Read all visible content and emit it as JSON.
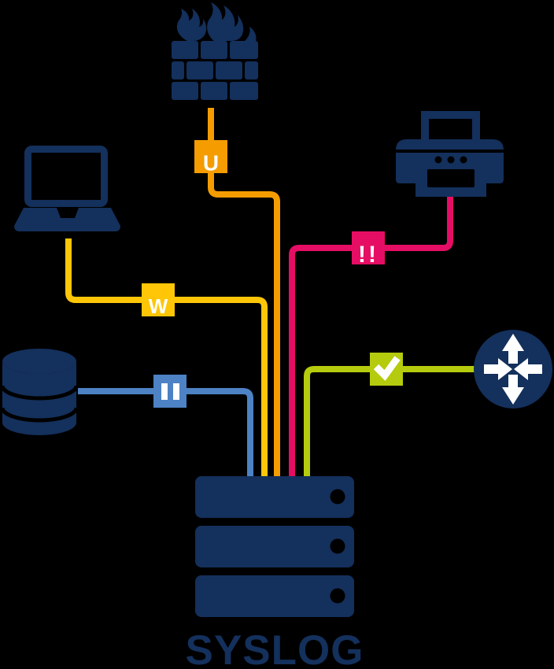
{
  "page": {
    "background": "#000000"
  },
  "diagram": {
    "kind": "syslog-sources-diagram",
    "server": {
      "label": "SYSLOG",
      "icon": "server-stack-icon",
      "rows": 3,
      "color": "#14305C"
    },
    "colors": {
      "navy": "#14305C",
      "orange": "#F49C00",
      "yellow": "#FFC607",
      "pink": "#E60D64",
      "blue": "#4D82C4",
      "green": "#B5CB0D",
      "white": "#FFFFFF"
    },
    "sources": [
      {
        "id": "firewall",
        "icon": "firewall-icon",
        "line_color": "#F49C00",
        "badge": {
          "symbol": "U",
          "icon": "letter-u-badge",
          "color": "#F49C00"
        }
      },
      {
        "id": "laptop",
        "icon": "laptop-icon",
        "line_color": "#FFC607",
        "badge": {
          "symbol": "W",
          "icon": "letter-w-badge",
          "color": "#FFC607"
        }
      },
      {
        "id": "printer",
        "icon": "printer-icon",
        "line_color": "#E60D64",
        "badge": {
          "symbol": "!!",
          "icon": "double-exclamation-badge",
          "color": "#E60D64"
        }
      },
      {
        "id": "database",
        "icon": "database-icon",
        "line_color": "#4D82C4",
        "badge": {
          "symbol": "",
          "icon": "pause-icon",
          "color": "#4D82C4"
        }
      },
      {
        "id": "router",
        "icon": "router-icon",
        "line_color": "#B5CB0D",
        "badge": {
          "symbol": "",
          "icon": "checkmark-icon",
          "color": "#B5CB0D"
        }
      }
    ]
  }
}
